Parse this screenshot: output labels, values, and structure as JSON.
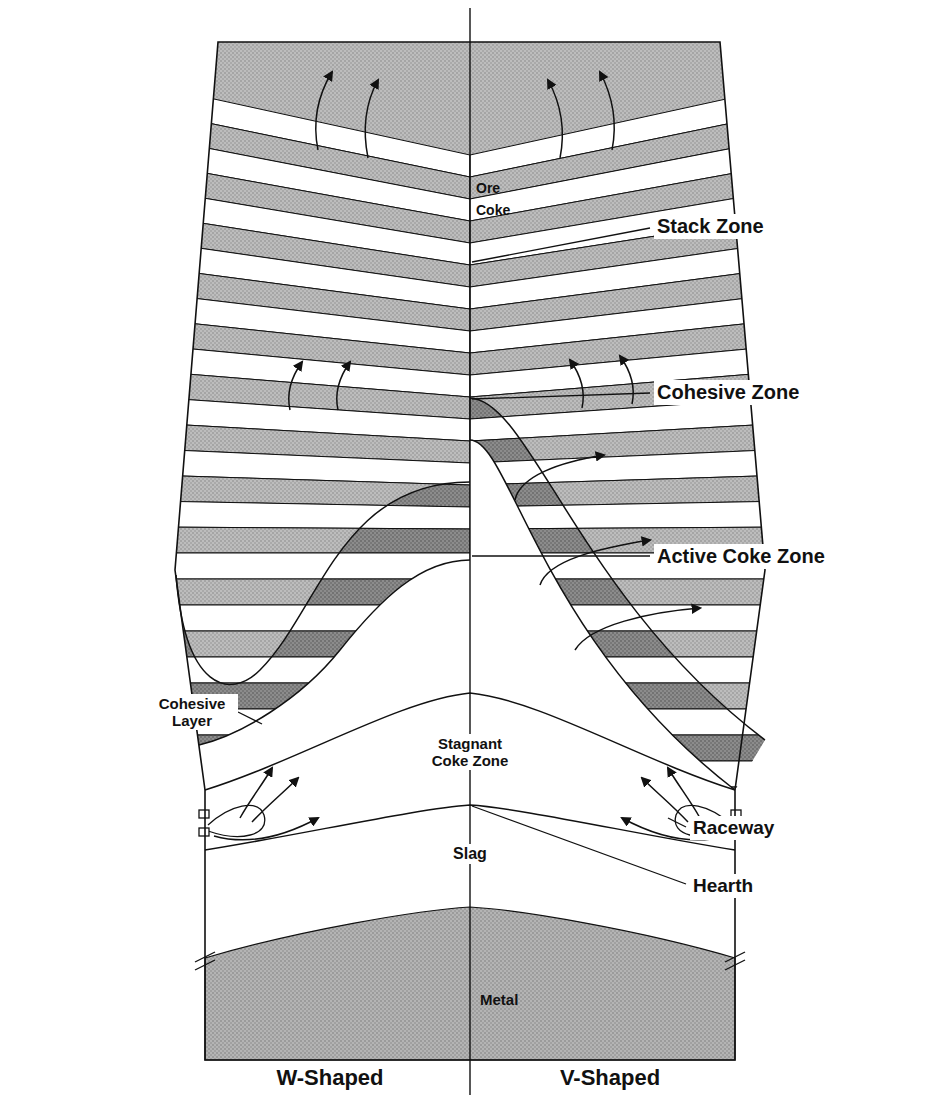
{
  "diagram": {
    "labels": [
      "Ore",
      "Coke",
      "Stack Zone",
      "Cohesive Zone",
      "Active Coke Zone",
      "Cohesive Layer",
      "Stagnant Coke Zone",
      "Raceway",
      "Slag",
      "Hearth",
      "Metal",
      "W-Shaped",
      "V-Shaped"
    ]
  }
}
